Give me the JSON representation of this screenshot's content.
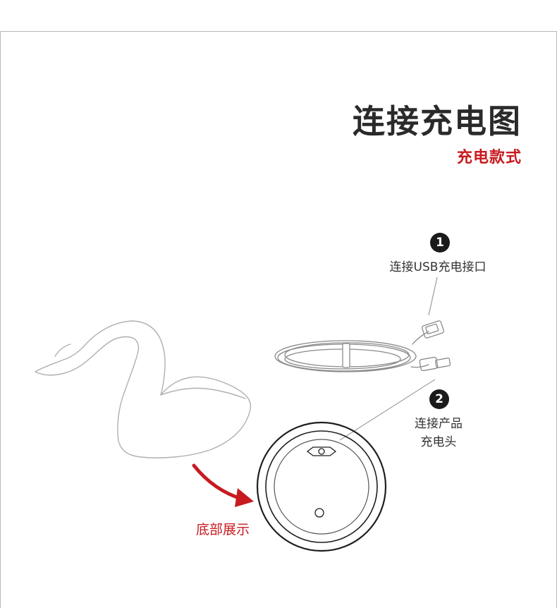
{
  "header": {
    "title": "连接充电图",
    "subtitle": "充电款式"
  },
  "callouts": [
    {
      "number": "1",
      "label": "连接USB充电接口"
    },
    {
      "number": "2",
      "label_lines": [
        "连接产品",
        "充电头"
      ]
    }
  ],
  "bottom_label": "底部展示",
  "colors": {
    "accent_red": "#c81a1f",
    "title_text": "#2a2a2a",
    "badge_bg": "#1a1a1a",
    "line_gray": "#9a9a9a"
  },
  "icons": {
    "product": "swan-lamp-outline",
    "cable": "usb-cable-coiled",
    "base": "round-base-bottom",
    "arrow": "curved-red-arrow"
  }
}
